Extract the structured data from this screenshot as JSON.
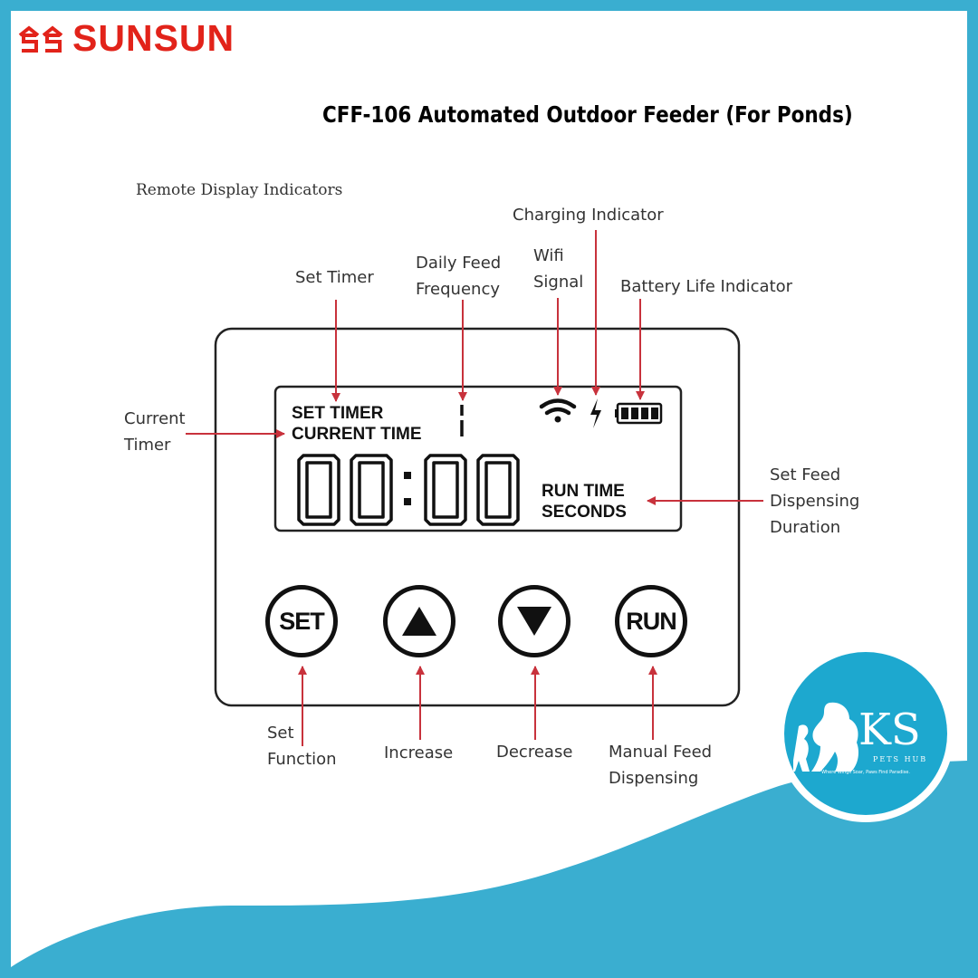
{
  "brand": {
    "name": "SUNSUN",
    "color": "#e2231a"
  },
  "title": "CFF-106 Automated Outdoor Feeder (For Ponds)",
  "section_heading": "Remote Display Indicators",
  "labels": {
    "set_timer": "Set Timer",
    "daily_feed_frequency": [
      "Daily Feed",
      "Frequency"
    ],
    "wifi_signal": [
      "Wifi",
      "Signal"
    ],
    "charging_indicator": "Charging Indicator",
    "battery_life_indicator": "Battery Life Indicator",
    "current_timer": [
      "Current",
      "Timer"
    ],
    "set_feed_dispensing_duration": [
      "Set Feed",
      "Dispensing",
      "Duration"
    ],
    "set_function": [
      "Set",
      "Function"
    ],
    "increase": "Increase",
    "decrease": "Decrease",
    "manual_feed_dispensing": [
      "Manual Feed",
      "Dispensing"
    ]
  },
  "lcd": {
    "set_timer": "SET TIMER",
    "current_time": "CURRENT TIME",
    "digits": "00:00",
    "run_time": "RUN TIME",
    "seconds": "SECONDS",
    "frequency_digit": "1"
  },
  "buttons": {
    "set": "SET",
    "increase": "up-triangle-icon",
    "decrease": "down-triangle-icon",
    "run": "RUN"
  },
  "logo": {
    "initials": "KS",
    "subtitle": "PETS HUB",
    "tagline": "Where Wings Soar, Paws Find Paradise."
  },
  "colors": {
    "background": "#3aaed0",
    "arrow": "#c8323c",
    "logo_blue": "#1da8cf"
  }
}
